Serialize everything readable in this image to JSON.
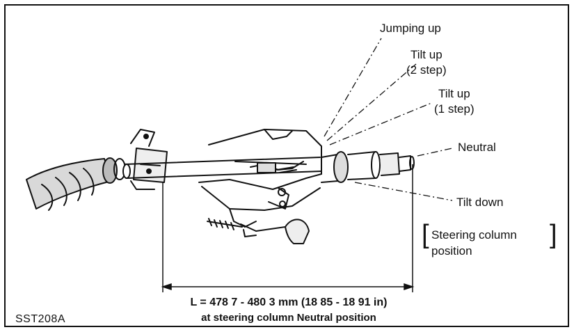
{
  "figure_code": "SST208A",
  "positions": {
    "jumping_up": "Jumping up",
    "tilt_up_2_line1": "Tilt up",
    "tilt_up_2_line2": "(2 step)",
    "tilt_up_1_line1": "Tilt up",
    "tilt_up_1_line2": "(1 step)",
    "neutral": "Neutral",
    "tilt_down": "Tilt down"
  },
  "legend": {
    "line1": "Steering column",
    "line2": "position"
  },
  "dimension": {
    "line1": "L = 478 7 - 480 3 mm (18 85 - 18 91 in)",
    "line2": "at steering column Neutral position"
  }
}
